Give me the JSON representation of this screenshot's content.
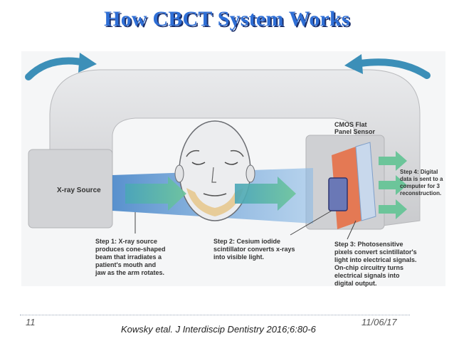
{
  "title": "How CBCT System Works",
  "labels": {
    "xray_source": "X-ray Source",
    "sensor_line1": "CMOS Flat",
    "sensor_line2": "Panel Sensor",
    "sensor_line3": "",
    "step4_line1": "Step 4: Digital",
    "step4_line2": "data is sent to a",
    "step4_line3": "computer for 3",
    "step4_line4": "reconstruction."
  },
  "steps": {
    "step1": [
      "Step 1: X-ray source",
      "produces cone-shaped",
      "beam that irradiates a",
      "patient's mouth and",
      "jaw as the arm rotates."
    ],
    "step2": [
      "Step 2: Cesium iodide",
      "scintillator converts x-rays",
      "into visible light."
    ],
    "step3": [
      "Step 3: Photosensitive",
      "pixels convert scintillator's",
      "light into electrical signals.",
      "On-chip circuitry turns",
      "electrical signals into",
      "digital output."
    ]
  },
  "footer": {
    "slide_number": "11",
    "date": "11/06/17",
    "citation": "Kowsky etal. J Interdiscip Dentistry 2016;6:80-6"
  },
  "colors": {
    "title": "#2f6fd6",
    "title_shadow": "#1b2f6b",
    "arm": "#dcdde0",
    "beam": "#4f8fd0",
    "arrow": "#57b3a8",
    "scintillator": "#e86a3d"
  }
}
